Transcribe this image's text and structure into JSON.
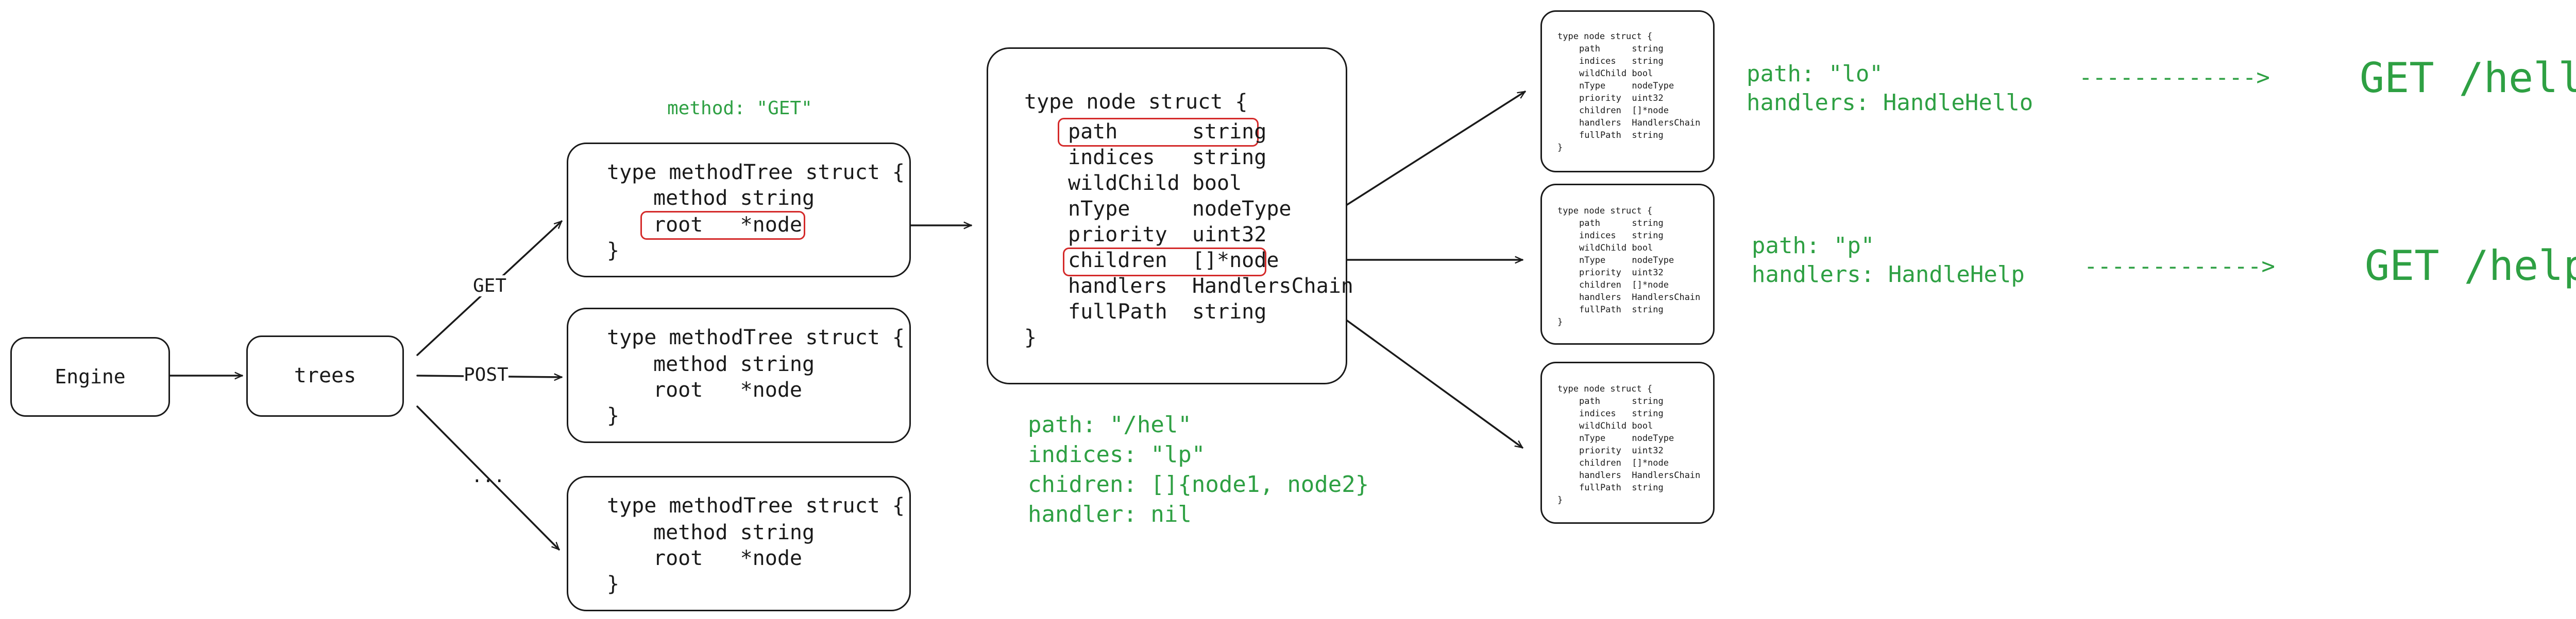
{
  "colors": {
    "ink": "#1a1a1a",
    "accent_green": "#2ea043",
    "highlight_red": "#d42a2a"
  },
  "engine": {
    "label": "Engine"
  },
  "trees": {
    "label": "trees"
  },
  "edge_labels": {
    "get": "GET",
    "post": "POST",
    "ellipsis": "..."
  },
  "method_caption": "method: \"GET\"",
  "method_trees": [
    {
      "lines": [
        "type methodTree struct {",
        "method string",
        "root   *node",
        "}"
      ]
    },
    {
      "lines": [
        "type methodTree struct {",
        "method string",
        "root   *node",
        "}"
      ]
    },
    {
      "lines": [
        "type methodTree struct {",
        "method string",
        "root   *node",
        "}"
      ]
    }
  ],
  "node_struct": {
    "lines": [
      "type node struct {",
      "path      string",
      "indices   string",
      "wildChild bool",
      "nType     nodeType",
      "priority  uint32",
      "children  []*node",
      "handlers  HandlersChain",
      "fullPath  string",
      "}"
    ]
  },
  "node_values": {
    "path": "path: \"/hel\"",
    "indices": "indices: \"lp\"",
    "children": "chidren: []{node1, node2}",
    "handler": "handler: nil"
  },
  "child_nodes": [
    {
      "lines": [
        "type node struct {",
        "path      string",
        "indices   string",
        "wildChild bool",
        "nType     nodeType",
        "priority  uint32",
        "children  []*node",
        "handlers  HandlersChain",
        "fullPath  string",
        "}"
      ],
      "path_value": "path: \"lo\"",
      "handlers_value": "handlers: HandleHello",
      "arrow": "------------->",
      "route": "GET /hello"
    },
    {
      "lines": [
        "type node struct {",
        "path      string",
        "indices   string",
        "wildChild bool",
        "nType     nodeType",
        "priority  uint32",
        "children  []*node",
        "handlers  HandlersChain",
        "fullPath  string",
        "}"
      ],
      "path_value": "path: \"p\"",
      "handlers_value": "handlers: HandleHelp",
      "arrow": "------------->",
      "route": "GET /help"
    },
    {
      "lines": [
        "type node struct {",
        "path      string",
        "indices   string",
        "wildChild bool",
        "nType     nodeType",
        "priority  uint32",
        "children  []*node",
        "handlers  HandlersChain",
        "fullPath  string",
        "}"
      ]
    }
  ]
}
